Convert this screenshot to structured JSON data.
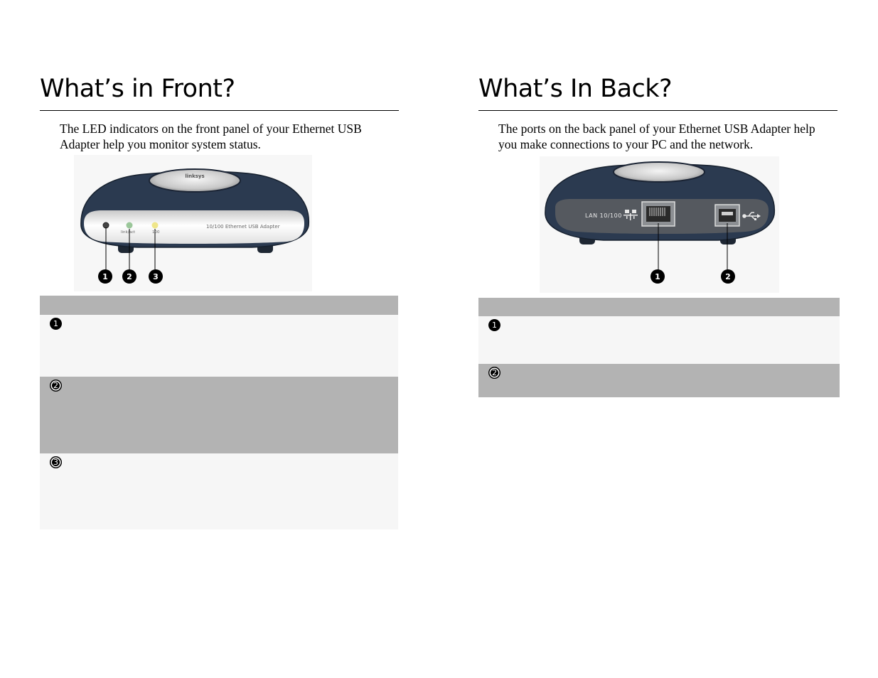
{
  "front": {
    "title": "What’s in Front?",
    "intro": "The LED indicators on the front panel of your Ethernet USB Adapter help you monitor system status.",
    "device": {
      "label": "10/100 Ethernet USB Adapter",
      "led_labels": [
        "link/act",
        "100"
      ],
      "callouts": [
        "1",
        "2",
        "3"
      ]
    },
    "table": {
      "rows": [
        "1",
        "2",
        "3"
      ]
    }
  },
  "back": {
    "title": "What’s In Back?",
    "intro": "The ports on the back panel of your Ethernet USB Adapter help you make connections to your PC and the network.",
    "device": {
      "port_label": "LAN 10/100",
      "callouts": [
        "1",
        "2"
      ]
    },
    "table": {
      "rows": [
        "1",
        "2"
      ]
    }
  }
}
